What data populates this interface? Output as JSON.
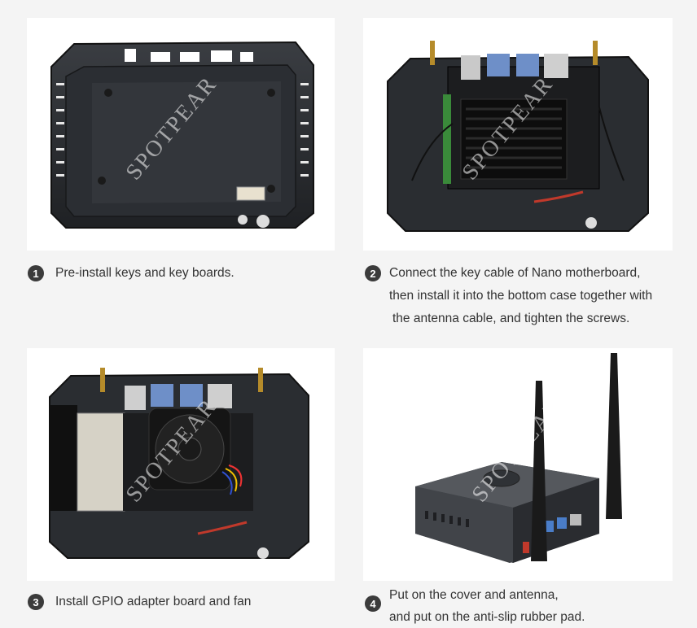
{
  "watermark": "SPOTPEAR",
  "steps": [
    {
      "number": "1",
      "lines": [
        "Pre-install keys and key boards."
      ]
    },
    {
      "number": "2",
      "lines": [
        "Connect the key cable of Nano motherboard,",
        "then install it into the bottom case together with",
        "the antenna cable, and tighten the screws."
      ]
    },
    {
      "number": "3",
      "lines": [
        "Install GPIO adapter board and fan"
      ]
    },
    {
      "number": "4",
      "lines": [
        "Put on the cover and antenna,",
        "and put on the anti-slip rubber pad."
      ]
    }
  ]
}
